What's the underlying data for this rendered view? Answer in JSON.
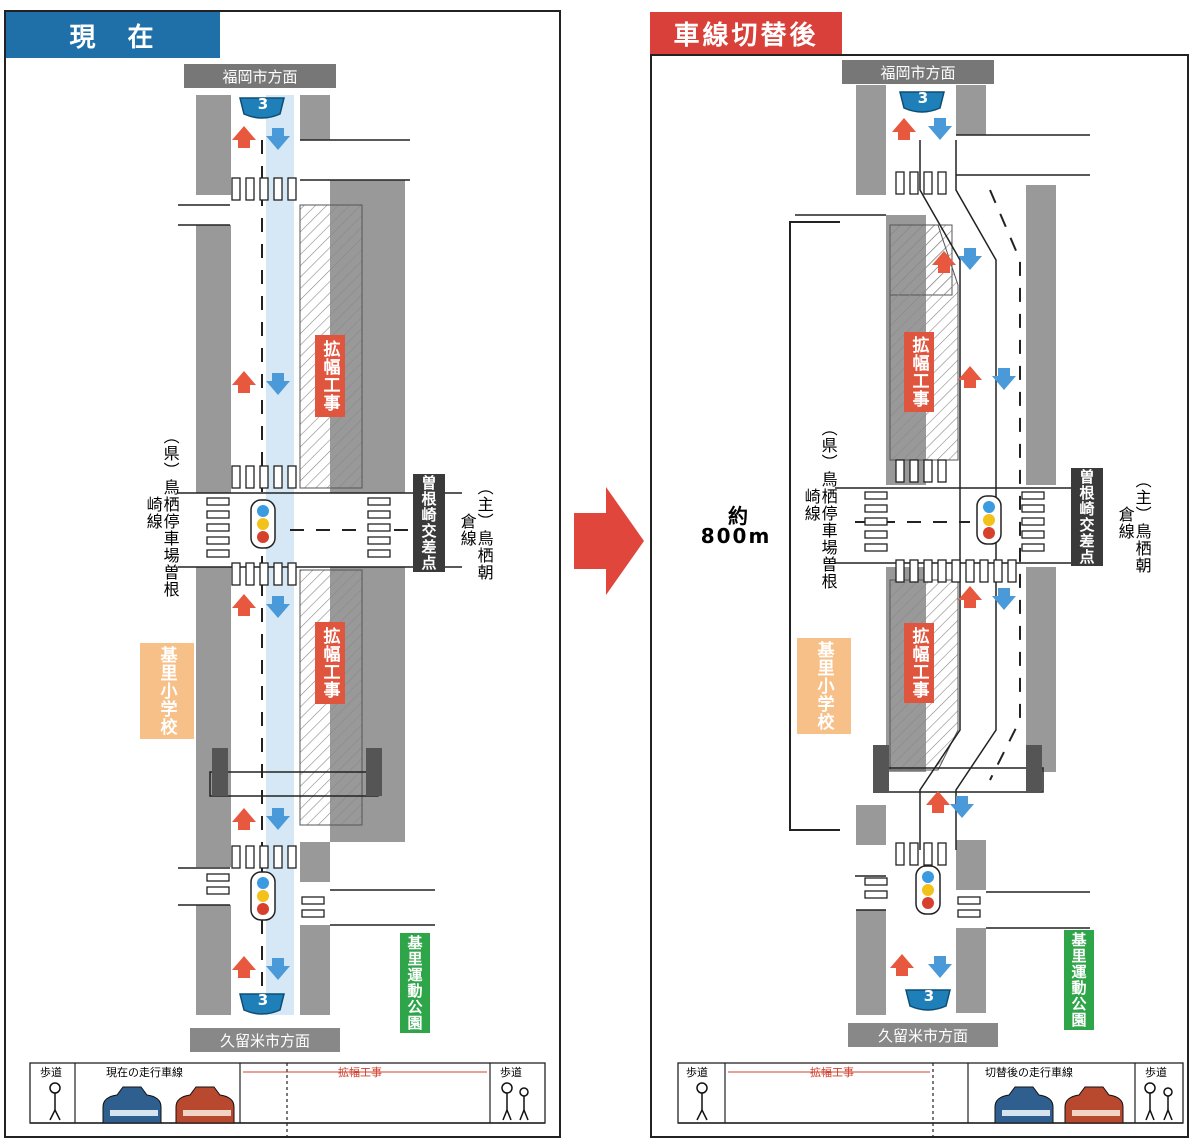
{
  "panels": {
    "current": {
      "title": "現　在",
      "top_direction": "福岡市方面",
      "bottom_direction": "久留米市方面",
      "route_number": "3",
      "left_road": "（県）鳥栖停車場曽根崎線",
      "right_road": "（主）鳥栖朝倉線",
      "intersection": "曽根崎交差点",
      "widening_1": "拡幅工事",
      "widening_2": "拡幅工事",
      "school": "基里小学校",
      "park": "基里運動公園",
      "section": {
        "sidewalk_left": "歩道",
        "lanes": "現在の走行車線",
        "widening": "拡幅工事",
        "sidewalk_right": "歩道"
      }
    },
    "after": {
      "title": "車線切替後",
      "top_direction": "福岡市方面",
      "bottom_direction": "久留米市方面",
      "route_number": "3",
      "left_road": "（県）鳥栖停車場曽根崎線",
      "right_road": "（主）鳥栖朝倉線",
      "intersection": "曽根崎交差点",
      "widening_1": "拡幅工事",
      "widening_2": "拡幅工事",
      "school": "基里小学校",
      "park": "基里運動公園",
      "distance_label": "約",
      "distance_value": "800m",
      "section": {
        "sidewalk_left": "歩道",
        "widening": "拡幅工事",
        "lanes": "切替後の走行車線",
        "sidewalk_right": "歩道"
      }
    }
  },
  "colors": {
    "current_tab": "#1f6fa8",
    "after_tab": "#d9403a",
    "arrow_red": "#e8583e",
    "arrow_blue": "#4a9ad9",
    "widening": "#e0553e",
    "school": "#f7c089",
    "park": "#2fa54a",
    "transition_arrow": "#e0463c"
  }
}
